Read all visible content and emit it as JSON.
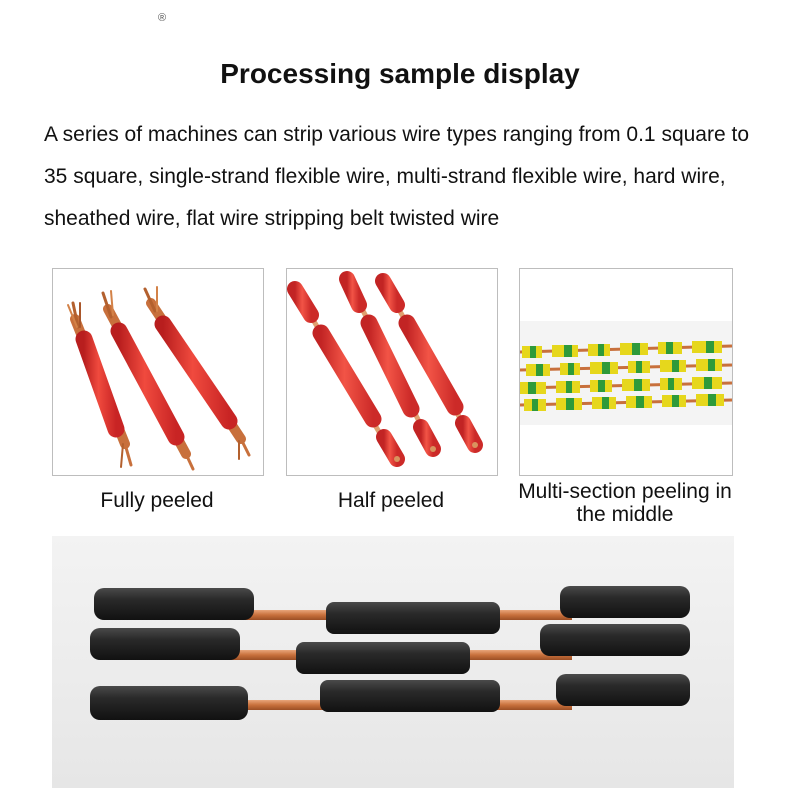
{
  "header": {
    "title": "Processing sample display",
    "description": "A series of machines can strip various wire types ranging from 0.1 square to 35 square, single-strand flexible wire, multi-strand flexible wire, hard wire, sheathed wire, flat wire stripping belt twisted wire"
  },
  "samples": [
    {
      "caption": "Fully peeled",
      "image": "red-wires-fully-peeled"
    },
    {
      "caption": "Half peeled",
      "image": "red-wires-half-peeled"
    },
    {
      "caption": "Multi-section peeling in the middle",
      "image": "yellow-green-wires-multi-section"
    }
  ],
  "bottom_image": "black-wires-stripped-middle",
  "colors": {
    "red_insulation": "#e8322f",
    "copper": "#c8703c",
    "yellow_green_yellow": "#e6d71c",
    "yellow_green_green": "#2e9a3a",
    "black_insulation": "#1c1c1c"
  }
}
